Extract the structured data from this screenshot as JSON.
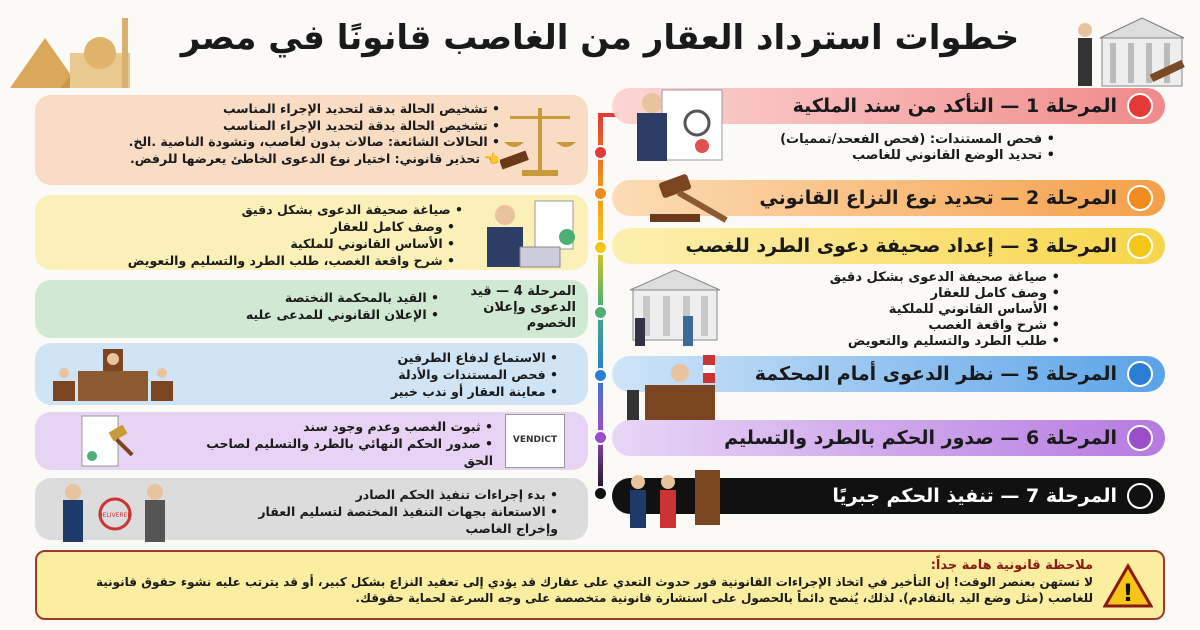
{
  "title": "خطوات استرداد العقار من الغاصب قانونًا في مصر",
  "colors": {
    "stage1": "#e53935",
    "stage2": "#f28c1e",
    "stage3": "#f5c518",
    "stage4": "#4caf73",
    "stage5": "#2a7fd4",
    "stage6": "#9b4dca",
    "stage7": "#111111"
  },
  "stages": [
    {
      "header": "المرحلة 1 — التأكد من سند الملكية",
      "bullets": [
        "فحص المستندات: (فحص الفعحد/تمميات)",
        "تحديد الوضع القانوني للغاصب"
      ]
    },
    {
      "header": "المرحلة 2 — تحديد نوع النزاع القانوني"
    },
    {
      "header": "المرحلة 3 — إعداد صحيفة دعوى الطرد للغصب",
      "bullets": [
        "صياغة صحيفة الدعوى بشكل دقيق",
        "وصف كامل للعقار",
        "الأساس القانوني للملكية",
        "شرح واقعة الغصب",
        "طلب الطرد والتسليم والتعويض"
      ]
    },
    {
      "header": "المرحلة 5 — نظر الدعوى أمام المحكمة"
    },
    {
      "header": "المرحلة 6 — صدور الحكم بالطرد والتسليم"
    },
    {
      "header": "المرحلة 7 — تنفيذ الحكم جبريًا"
    }
  ],
  "panels": [
    {
      "bullets": [
        "تشخيص الحالة بدقة لتحديد الإجراء المناسب",
        "تشخيص الحالة بدقة لتحديد الإجراء المناسب",
        "الحالات الشائعة: صالات بدون لغاصب، وتشودة الناصية .الخ."
      ],
      "warning": "👈 تحذير قانوني: اختيار نوع الدعوى الخاطئ يعرضها للرفض."
    },
    {
      "bullets": [
        "صياغة صحيفة الدعوى بشكل دقيق",
        "وصف كامل للعقار",
        "الأساس القانوني للملكية",
        "شرح واقعة الغصب،  طلب الطرد والتسليم والتعويض"
      ]
    },
    {
      "label": "المرحلة 4 — قيد الدعوى وإعلان الخصوم",
      "bullets": [
        "القيد بالمحكمة النختصة",
        "الإعلان القانوني للمدعى عليه"
      ]
    },
    {
      "bullets": [
        "الاستماع لدفاع الطرفين",
        "فحص المستندات والأدلة",
        "معاينة العقار أو ندب خبير"
      ]
    },
    {
      "bullets": [
        "ثبوت الغصب وعدم وجود سند",
        "صدور الحكم النهائي بالطرد والتسليم لصاحب الحق"
      ],
      "stamp": "VENDICT"
    },
    {
      "bullets": [
        "بدء إجراءات تنفيذ الحكم الصادر",
        "الاستعانة بجهات التنفيذ المختصة لتسليم العقار وإخراج الغاصب"
      ],
      "stamp": "DELIVERED"
    }
  ],
  "note": {
    "title": "ملاحظة قانونية هامة جداً:",
    "text": "لا تستهن بعنصر الوقت! إن التأخير في اتخاذ الإجراءات القانونية فور حدوث التعدي على عقارك قد يؤدي إلى تعقيد النزاع بشكل كبير، أو قد يترتب عليه نشوء حقوق قانونية للغاصب (مثل وضع اليد بالتقادم). لذلك، يُنصح دائماً بالحصول على استشارة قانونية متخصصة على وجه السرعة لحماية حقوقك.",
    "icon": "warning-triangle-icon"
  }
}
